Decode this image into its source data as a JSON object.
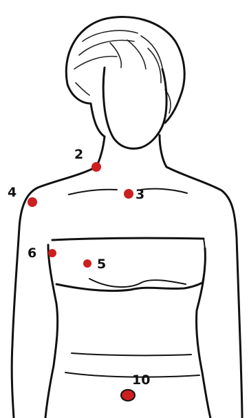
{
  "points": [
    {
      "label": "2",
      "color": "#cc1f1f"
    },
    {
      "label": "3",
      "color": "#cc1f1f"
    },
    {
      "label": "4",
      "color": "#cc1f1f"
    },
    {
      "label": "5",
      "color": "#cc1f1f"
    },
    {
      "label": "6",
      "color": "#cc1f1f"
    },
    {
      "label": "10",
      "color": "#cc1f1f"
    }
  ]
}
